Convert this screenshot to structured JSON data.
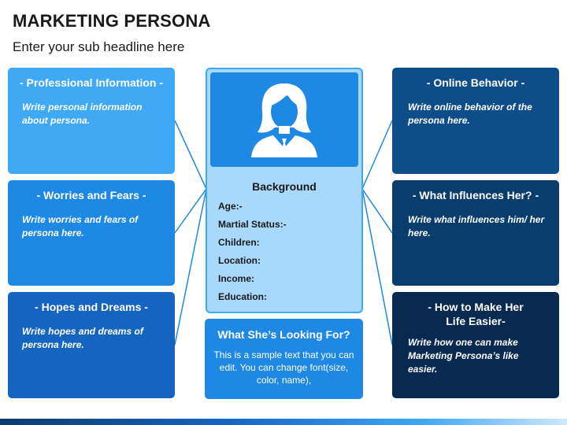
{
  "header": {
    "title": "MARKETING PERSONA",
    "subtitle": "Enter your sub headline here"
  },
  "left_cards": [
    {
      "title": "- Professional Information -",
      "body": "Write personal information about persona."
    },
    {
      "title": "- Worries and Fears -",
      "body": "Write worries and fears of persona here."
    },
    {
      "title": "- Hopes and Dreams -",
      "body": "Write hopes and dreams of persona here."
    }
  ],
  "right_cards": [
    {
      "title": "- Online Behavior -",
      "body": "Write online behavior of the persona here."
    },
    {
      "title": "- What Influences Her? -",
      "body": "Write what influences him/ her here."
    },
    {
      "title": "- How to Make Her Life Easier-",
      "body": "Write how one can make Marketing Persona’s like easier."
    }
  ],
  "background": {
    "title": "Background",
    "fields": [
      "Age:-",
      "Martial Status:-",
      "Children:",
      "Location:",
      "Income:",
      "Education:"
    ]
  },
  "looking_for": {
    "title": "What She’s Looking For?",
    "body": "This is a sample text that you can edit. You can change font(size, color, name),"
  },
  "icons": {
    "avatar": "businesswoman-avatar-icon"
  },
  "colors": {
    "light_blue": "#3fa9f5",
    "mid_blue": "#1e88e5",
    "blue": "#1565c0",
    "navy_1": "#0d4e8a",
    "navy_2": "#0a3c6e",
    "navy_3": "#082a50",
    "panel_bg": "#a8d8fb",
    "connector": "#1e88e5"
  }
}
